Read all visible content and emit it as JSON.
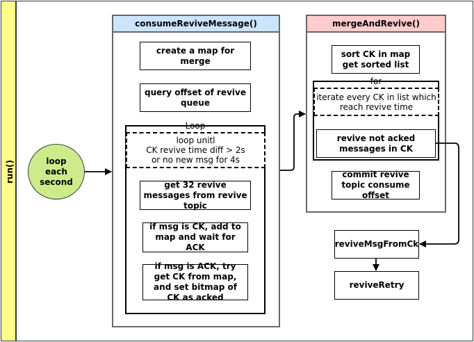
{
  "lane": {
    "title": "run()"
  },
  "start_node": {
    "label": "loop each second"
  },
  "consume": {
    "title": "consumeReviveMessage()",
    "step_map": "create a map for merge",
    "step_query": "query offset of revive queue",
    "loop": {
      "label": "Loop",
      "condition": "loop unitl\nCK revive time diff > 2s\nor no new msg for 4s",
      "get_msgs": "get 32 revive messages from revive topic",
      "if_ck": "if msg is CK, add to map and wait for ACK",
      "if_ack": "if msg is ACK, try get CK from map, and set bitmap of CK as acked"
    }
  },
  "merge": {
    "title": "mergeAndRevive()",
    "sort": "sort CK in map\nget sorted list",
    "for_loop": {
      "label": "for",
      "iterate": "iterate every CK in list which reach revive time",
      "revive_not_acked": "revive not acked messages in CK"
    },
    "commit": "commit revive topic consume offset"
  },
  "revive_from_ck": {
    "label": "reviveMsgFromCk"
  },
  "revive_retry": {
    "label": "reviveRetry"
  },
  "colors": {
    "lane_fill": "#ffff88",
    "consume_header": "#cce5ff",
    "merge_header": "#ffcccc",
    "start_fill": "#cdeb8b",
    "outer_border": "#666666"
  }
}
